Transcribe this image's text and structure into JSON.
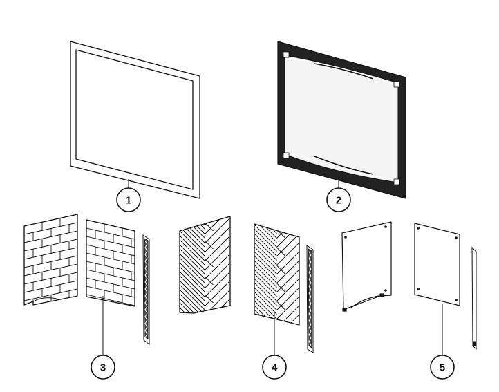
{
  "callouts": [
    {
      "id": "1",
      "label": "1"
    },
    {
      "id": "2",
      "label": "2"
    },
    {
      "id": "3",
      "label": "3"
    },
    {
      "id": "4",
      "label": "4"
    },
    {
      "id": "5",
      "label": "5"
    }
  ],
  "colors": {
    "line": "#111111",
    "panel_fill": "#ffffff",
    "frame_dark": "#222222",
    "glass_gray": "#f4f4f4"
  }
}
